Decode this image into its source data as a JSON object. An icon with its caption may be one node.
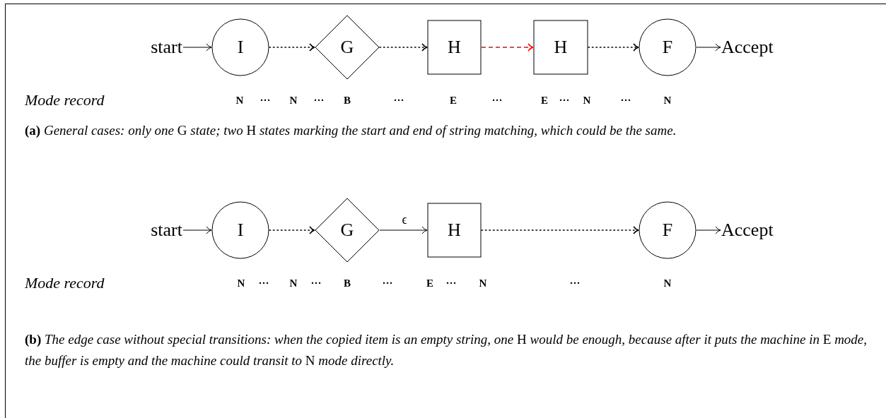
{
  "diagram": {
    "nodes": [
      {
        "text": [
          "start"
        ]
      },
      {
        "text": [
          "I"
        ]
      },
      {
        "text": [
          "G"
        ]
      },
      {
        "text": [
          "H"
        ]
      },
      {
        "text": [
          "H"
        ]
      },
      {
        "text": [
          "F"
        ]
      },
      {
        "text": [
          "Accept"
        ]
      },
      {
        "text": [
          "start"
        ]
      },
      {
        "text": [
          "I"
        ]
      },
      {
        "text": [
          "G"
        ]
      },
      {
        "text": [
          "H"
        ]
      },
      {
        "text": [
          "F"
        ]
      },
      {
        "text": [
          "Accept"
        ]
      }
    ],
    "edges": [
      {
        "from": 0,
        "to": 1,
        "arrow": "to"
      },
      {
        "from": 1,
        "to": 2,
        "arrow": "to",
        "style": "dashed"
      },
      {
        "from": 2,
        "to": 3,
        "arrow": "to",
        "style": "dashed"
      },
      {
        "from": 3,
        "to": 4,
        "arrow": "to",
        "style": "dashed",
        "color": "#ff0000"
      },
      {
        "from": 4,
        "to": 5,
        "arrow": "to",
        "style": "dashed"
      },
      {
        "from": 5,
        "to": 6,
        "arrow": "to"
      },
      {
        "from": 7,
        "to": 8,
        "arrow": "to"
      },
      {
        "from": 8,
        "to": 9,
        "arrow": "to",
        "style": "dashed"
      },
      {
        "from": 9,
        "to": 10,
        "arrow": "to",
        "label": "ϵ"
      },
      {
        "from": 10,
        "to": 11,
        "arrow": "to",
        "style": "dashed"
      },
      {
        "from": 11,
        "to": 12,
        "arrow": "to"
      }
    ],
    "labels": [
      "Mode record",
      "N",
      "···",
      "N",
      "···",
      "B",
      "···",
      "E",
      "···",
      "E",
      "···",
      "N",
      "···",
      "N",
      "**(a)** *General cases: only one* G *state; two* H *states marking the start and end of string matching, which could be the same.*",
      "Mode record",
      "N",
      "···",
      "N",
      "···",
      "B",
      "···",
      "E",
      "···",
      "N",
      "···",
      "N",
      "**(b)** *The edge case without special transitions: when the copied item is an empty string, one* H *would be enough, because after it puts the machine in* E *mode, the buffer is empty and the machine could transit to* N *mode directly.*"
    ]
  }
}
